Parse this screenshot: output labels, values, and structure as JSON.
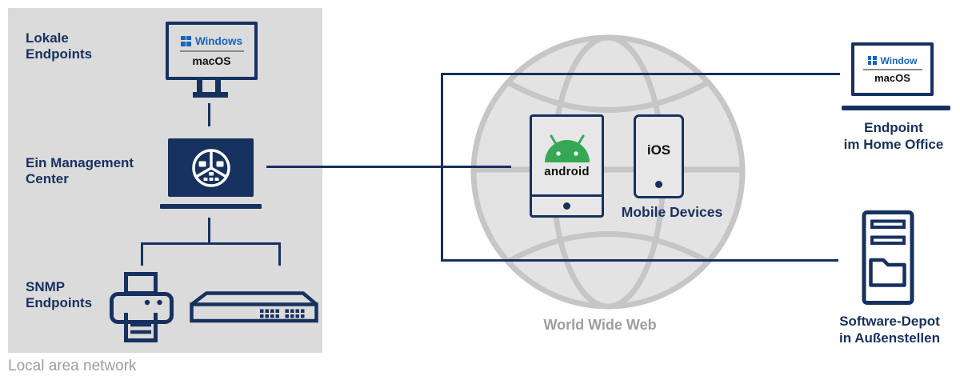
{
  "colors": {
    "navy": "#17315f",
    "windows_blue": "#1565c0",
    "panel_gray": "#dbdbdb",
    "globe_fill": "#e3e3e3",
    "globe_stroke": "#c6c6c6",
    "muted_text": "#9e9e9e",
    "android_green": "#34a853",
    "device_fill": "#e7e7e7",
    "text_black": "#111111",
    "divider_gray": "#8a8a8a"
  },
  "lan": {
    "caption": "Local area network",
    "labels": {
      "local_endpoints": "Lokale\nEndpoints",
      "management_center": "Ein Management\nCenter",
      "snmp_endpoints": "SNMP\nEndpoints"
    },
    "endpoint_monitor": {
      "os_top": "Windows",
      "os_bottom": "macOS"
    }
  },
  "internet": {
    "caption": "World Wide Web",
    "android_device_label": "android",
    "ios_device_label": "iOS",
    "mobile_devices_label": "Mobile Devices"
  },
  "remote": {
    "home_office": {
      "os_top": "Window",
      "os_bottom": "macOS",
      "label": "Endpoint\nim Home Office"
    },
    "software_depot": {
      "label": "Software-Depot\nin Außenstellen"
    }
  },
  "icons": {
    "monitor": "desktop-monitor-outline",
    "windows_logo": "four-blue-squares",
    "management_hub": "circle-with-three-segment-glyphs",
    "printer": "printer-outline",
    "switch": "network-switch-3d",
    "globe": "wireframe-globe",
    "android_robot": "green-robot-head",
    "tablet": "tablet-outline-with-home-dot",
    "phone": "smartphone-outline-with-home-dot",
    "laptop": "laptop-outline",
    "server": "server-tower-with-folder"
  }
}
